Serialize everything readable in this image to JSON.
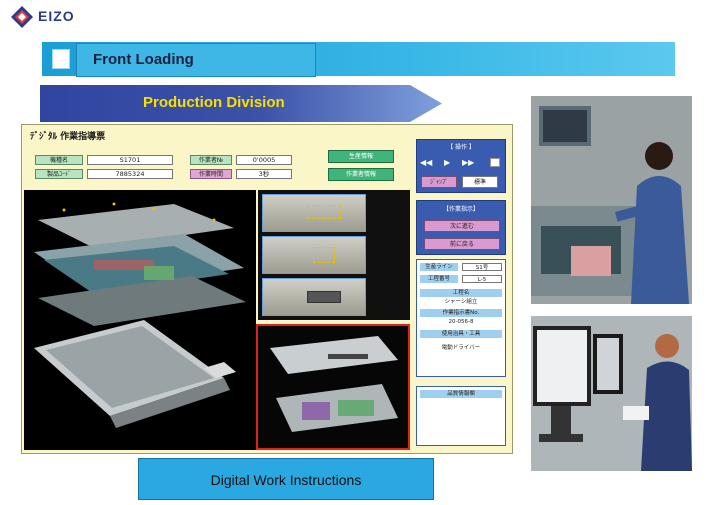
{
  "logo": {
    "text": "EIZO"
  },
  "banner": {
    "title": "Front Loading"
  },
  "division": {
    "title": "Production  Division"
  },
  "work_instructions": {
    "title": "ﾃﾞｼﾞﾀﾙ 作業指導票",
    "fields": [
      {
        "label": "機種名",
        "value": "S1701"
      },
      {
        "label": "製品ｺｰﾄﾞ",
        "value": "7885324"
      },
      {
        "label": "作業者№",
        "value": "0'0005"
      },
      {
        "label": "作業時間",
        "value": "3秒"
      }
    ],
    "green_buttons": [
      "生産情報",
      "作業者情報"
    ],
    "control": {
      "head": "【 操作 】",
      "transport": [
        "◀◀",
        "▶",
        "▶▶"
      ],
      "mode_buttons": [
        "ｼﾞｬﾝﾌﾟ",
        "標準"
      ]
    },
    "procedure": {
      "head": "【作業指示】",
      "buttons": [
        "次に進む",
        "前に戻る"
      ]
    },
    "info": {
      "rows": [
        {
          "label": "生産ライン",
          "value": "S1号"
        },
        {
          "label": "工程番号",
          "value": "L-5"
        }
      ],
      "lines": [
        "工程名",
        "シャーシ組立",
        "作業指示書No.",
        "20-056-8",
        "使用治具・工具",
        "電動ドライバー"
      ]
    },
    "notes": {
      "head": "品質情報欄"
    }
  },
  "footer": {
    "label": "Digital Work Instructions"
  },
  "colors": {
    "accent": "#1a9ed6",
    "division": "#3c52a8",
    "division_text": "#f8e000",
    "panel": "#fbf6c8"
  }
}
